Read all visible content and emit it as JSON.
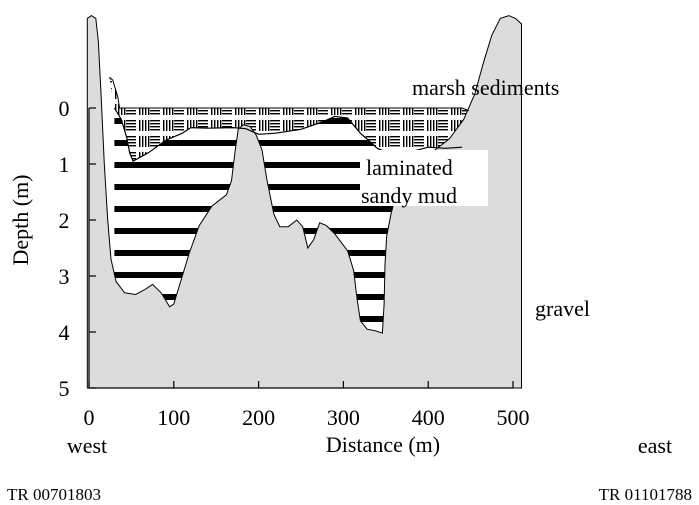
{
  "chart_data": {
    "type": "area",
    "xlabel": "Distance (m)",
    "ylabel": "Depth (m)",
    "xlim": [
      0,
      500
    ],
    "ylim": [
      0,
      5
    ],
    "y_axis_inverted": true,
    "x_ticks": [
      "0",
      "100",
      "200",
      "300",
      "400",
      "500"
    ],
    "y_ticks": [
      "0",
      "1",
      "2",
      "3",
      "4",
      "5"
    ],
    "x_tick_values": [
      0,
      100,
      200,
      300,
      400,
      500
    ],
    "y_tick_values": [
      0,
      1,
      2,
      3,
      4,
      5
    ],
    "end_labels": {
      "left": "west",
      "right": "east"
    },
    "grid_references": {
      "left": "TR 00701803",
      "right": "TR 01101788"
    },
    "units": [
      {
        "name": "marsh sediments",
        "pattern": "alternating-lines",
        "color": "#000000"
      },
      {
        "name": "laminated sandy mud",
        "label_lines": [
          "laminated",
          "sandy mud"
        ],
        "pattern": "horizontal-stripes",
        "color": "#000000"
      },
      {
        "name": "gravel",
        "pattern": "solid",
        "color": "#dcdcdc"
      }
    ],
    "gravel_surface": [
      [
        -2,
        -1.6
      ],
      [
        3,
        -1.65
      ],
      [
        8,
        -1.6
      ],
      [
        11,
        -1.2
      ],
      [
        14,
        -0.3
      ],
      [
        18,
        1.0
      ],
      [
        22,
        2.0
      ],
      [
        26,
        2.7
      ],
      [
        32,
        3.1
      ],
      [
        42,
        3.3
      ],
      [
        55,
        3.33
      ],
      [
        65,
        3.25
      ],
      [
        75,
        3.15
      ],
      [
        85,
        3.3
      ],
      [
        95,
        3.55
      ],
      [
        100,
        3.5
      ],
      [
        108,
        3.1
      ],
      [
        118,
        2.6
      ],
      [
        130,
        2.1
      ],
      [
        145,
        1.75
      ],
      [
        162,
        1.55
      ],
      [
        168,
        1.3
      ],
      [
        172,
        0.8
      ],
      [
        176,
        0.38
      ],
      [
        182,
        0.3
      ],
      [
        190,
        0.33
      ],
      [
        197,
        0.48
      ],
      [
        204,
        0.75
      ],
      [
        210,
        1.3
      ],
      [
        218,
        1.9
      ],
      [
        225,
        2.12
      ],
      [
        235,
        2.12
      ],
      [
        245,
        2.0
      ],
      [
        252,
        2.12
      ],
      [
        258,
        2.5
      ],
      [
        265,
        2.35
      ],
      [
        272,
        2.05
      ],
      [
        280,
        2.1
      ],
      [
        290,
        2.25
      ],
      [
        305,
        2.55
      ],
      [
        312,
        2.9
      ],
      [
        316,
        3.4
      ],
      [
        320,
        3.8
      ],
      [
        328,
        3.95
      ],
      [
        338,
        3.98
      ],
      [
        346,
        4.02
      ],
      [
        348,
        3.5
      ],
      [
        349,
        2.8
      ],
      [
        351,
        2.3
      ],
      [
        356,
        1.9
      ],
      [
        362,
        1.55
      ],
      [
        372,
        1.2
      ],
      [
        388,
        0.95
      ],
      [
        408,
        0.75
      ],
      [
        425,
        0.55
      ],
      [
        442,
        0.2
      ],
      [
        455,
        -0.25
      ],
      [
        465,
        -0.8
      ],
      [
        475,
        -1.3
      ],
      [
        485,
        -1.6
      ],
      [
        495,
        -1.65
      ],
      [
        503,
        -1.6
      ],
      [
        510,
        -1.5
      ]
    ],
    "mud_top_surface": [
      [
        30,
        0.0
      ],
      [
        38,
        0.2
      ],
      [
        44,
        0.5
      ],
      [
        48,
        0.8
      ],
      [
        52,
        0.95
      ],
      [
        70,
        0.8
      ],
      [
        90,
        0.58
      ],
      [
        110,
        0.45
      ],
      [
        120,
        0.35
      ],
      [
        140,
        0.36
      ],
      [
        170,
        0.35
      ],
      [
        185,
        0.37
      ],
      [
        200,
        0.47
      ],
      [
        220,
        0.45
      ],
      [
        250,
        0.38
      ],
      [
        275,
        0.25
      ],
      [
        290,
        0.15
      ],
      [
        305,
        0.18
      ],
      [
        320,
        0.45
      ],
      [
        340,
        0.72
      ],
      [
        360,
        0.85
      ],
      [
        380,
        0.78
      ],
      [
        400,
        0.7
      ],
      [
        420,
        0.72
      ],
      [
        440,
        0.7
      ]
    ],
    "marsh_top_surface": [
      [
        24,
        -0.55
      ],
      [
        28,
        -0.5
      ],
      [
        34,
        -0.2
      ],
      [
        36,
        0.0
      ],
      [
        180,
        0.0
      ],
      [
        440,
        0.0
      ],
      [
        448,
        0.05
      ]
    ]
  }
}
